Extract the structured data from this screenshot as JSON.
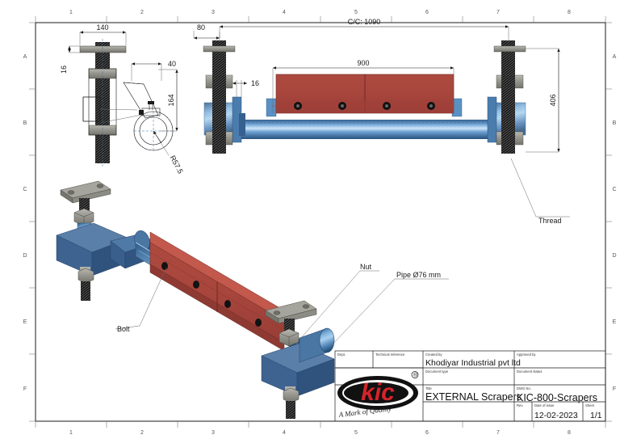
{
  "sheet": {
    "frame_columns": [
      "1",
      "2",
      "3",
      "4",
      "5",
      "6",
      "7",
      "8"
    ],
    "frame_rows": [
      "A",
      "B",
      "C",
      "D",
      "E",
      "F"
    ]
  },
  "dimensions": {
    "flange_width": "140",
    "flange_thickness": "16",
    "bracket_offset": "40",
    "bracket_height": "164",
    "radius": "R57.5",
    "end_offset": "80",
    "center_to_center": "C/C: 1090",
    "blade_length": "900",
    "blade_thickness": "16",
    "overall_height": "406"
  },
  "callouts": {
    "thread": "Thread",
    "nut": "Nut",
    "bolt": "Bolt",
    "pipe": "Pipe Ø76 mm"
  },
  "title_block": {
    "dept_label": "Dept.",
    "dept_value": "",
    "technical_reference_label": "Technical reference",
    "technical_reference_value": "",
    "created_by_label": "Created by",
    "created_by_value": "Khodiyar Industrial pvt ltd",
    "approved_by_label": "Approved by",
    "approved_by_value": "",
    "document_type_label": "Document type",
    "document_type_value": "",
    "document_status_label": "Document status",
    "document_status_value": "",
    "title_label": "Title",
    "title_value": "EXTERNAL Scrapers",
    "dwg_no_label": "DWG No.",
    "dwg_no_value": "KIC-800-Scrapers",
    "rev_label": "Rev.",
    "rev_value": "",
    "date_of_issue_label": "Date of issue",
    "date_of_issue_value": "12-02-2023",
    "sheet_label": "Sheet",
    "sheet_value": "1/1"
  },
  "logo": {
    "wordmark": "kic",
    "registered": "®",
    "tagline": "A Mark of Quality"
  },
  "colors": {
    "blade_red": "#a8453c",
    "blade_red_dark": "#8e3a33",
    "pipe_blue": "#5a91c4",
    "pipe_blue_dark": "#2e5d8f",
    "body_blue": "#44699a",
    "steel_grey": "#8c8c86",
    "thread_black": "#141414",
    "logo_red": "#d5232b",
    "frame_line": "#1a1a1a"
  }
}
